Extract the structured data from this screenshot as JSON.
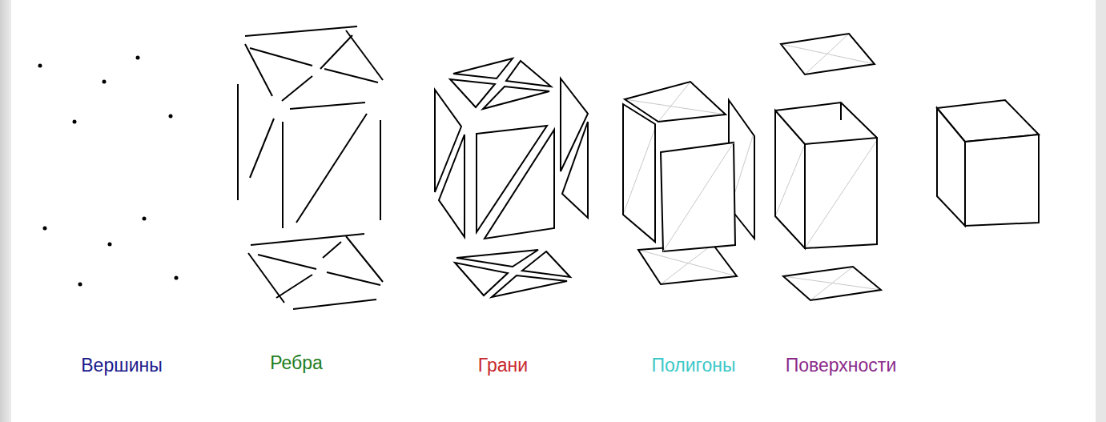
{
  "diagram": {
    "labels": [
      "Вершины",
      "Ребра",
      "Грани",
      "Полигоны",
      "Поверхности"
    ]
  }
}
